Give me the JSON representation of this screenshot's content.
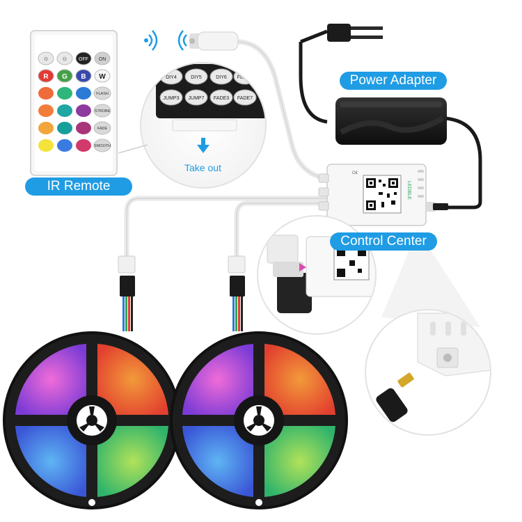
{
  "labels": {
    "ir_remote": "IR Remote",
    "power_adapter": "Power Adapter",
    "control_center": "Control Center",
    "take_out": "Take out",
    "brand": "LEDBLE"
  },
  "remote": {
    "top_row": [
      "☼",
      "☼",
      "OFF",
      "ON"
    ],
    "color_row": [
      "R",
      "G",
      "B",
      "W"
    ],
    "side_buttons": [
      "FLASH",
      "STROBE",
      "FADE",
      "SMOOTH"
    ],
    "button_colors": [
      [
        "#e53935",
        "#43a047",
        "#3949ab"
      ],
      [
        "#ef6c3a",
        "#2fb67a",
        "#2b7bd6"
      ],
      [
        "#f27d3a",
        "#20a6a3",
        "#8e3a9e"
      ],
      [
        "#f2a53a",
        "#169e9a",
        "#a8357a"
      ],
      [
        "#f3e33a",
        "#3a7be0",
        "#d13a6a"
      ]
    ]
  },
  "zoom_remote_buttons": [
    "DIY4",
    "DIY5",
    "DIY6",
    "FLASH",
    "JUMP3",
    "JUMP7",
    "FADE3",
    "FADE7"
  ],
  "colors": {
    "accent": "#1f9ce4",
    "cable": "#ffffff",
    "adapter": "#1b1b1b",
    "reel": "#111111"
  }
}
